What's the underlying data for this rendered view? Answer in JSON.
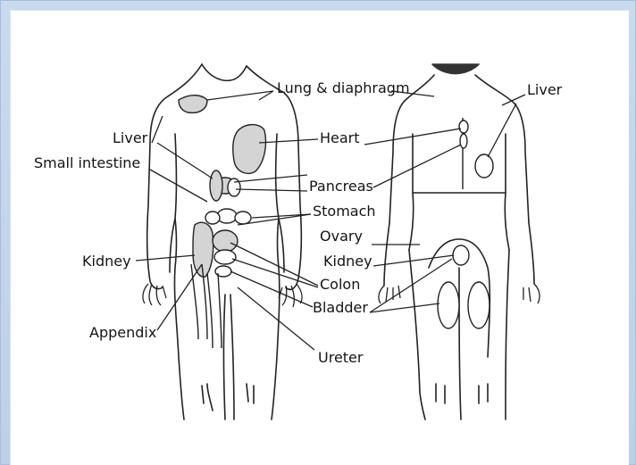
{
  "labels": {
    "lung_diaphragm": "Lung & diaphragm",
    "liver_front": "Liver",
    "liver_back": "Liver",
    "small_intestine": "Small intestine",
    "heart": "Heart",
    "pancreas": "Pancreas",
    "stomach": "Stomach",
    "ovary": "Ovary",
    "kidney_front": "Kidney",
    "kidney_back": "Kidney",
    "colon": "Colon",
    "bladder": "Bladder",
    "appendix": "Appendix",
    "ureter": "Ureter"
  },
  "colors": {
    "frame": "#b9cfe6",
    "panel": "#ffffff",
    "organ_fill": "#d4d4d4",
    "line": "#222222"
  }
}
